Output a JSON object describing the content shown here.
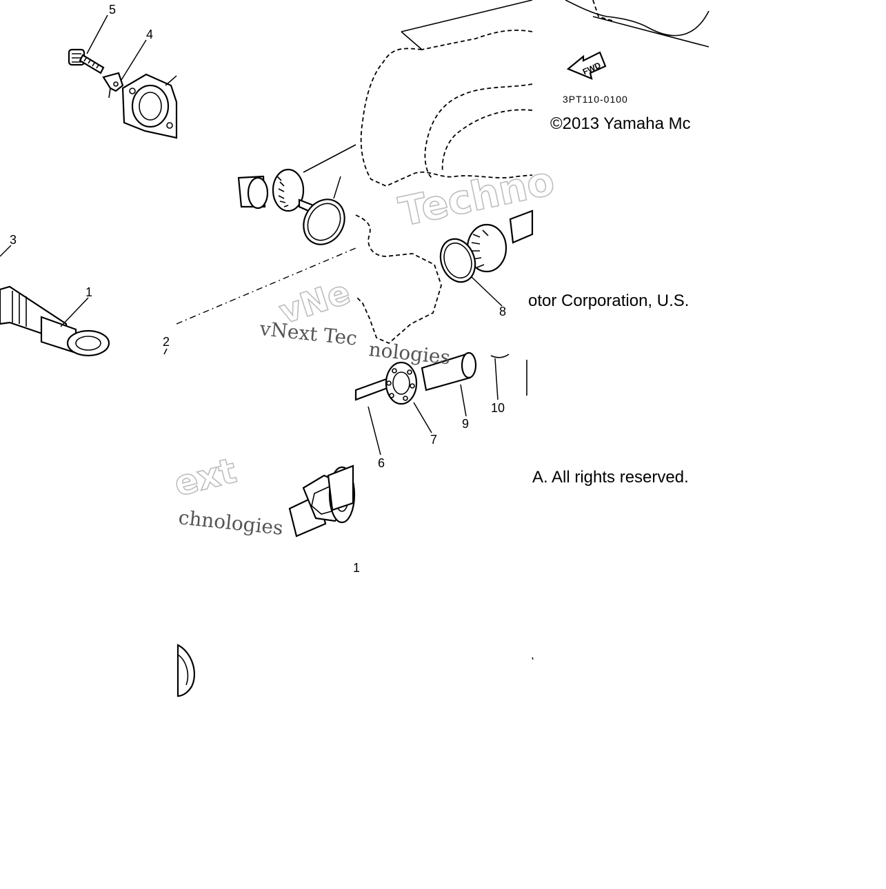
{
  "diagram": {
    "drawing_code": "3PT110-0100",
    "fwd_label": "FWD",
    "callouts": [
      "5",
      "4",
      "3",
      "1",
      "2",
      "8",
      "10",
      "9",
      "7",
      "6",
      "1"
    ],
    "copyright": {
      "fragment_1": "©2013 Yamaha Mc",
      "fragment_2": "otor Corporation, U.S.",
      "fragment_3": "A. All rights reserved."
    },
    "watermark": {
      "line_1": "Techno",
      "line_2": "vNext Tec",
      "line_3": "nologies",
      "line_4": "ext",
      "line_5": "chnologies",
      "line_6": "vNe"
    }
  }
}
